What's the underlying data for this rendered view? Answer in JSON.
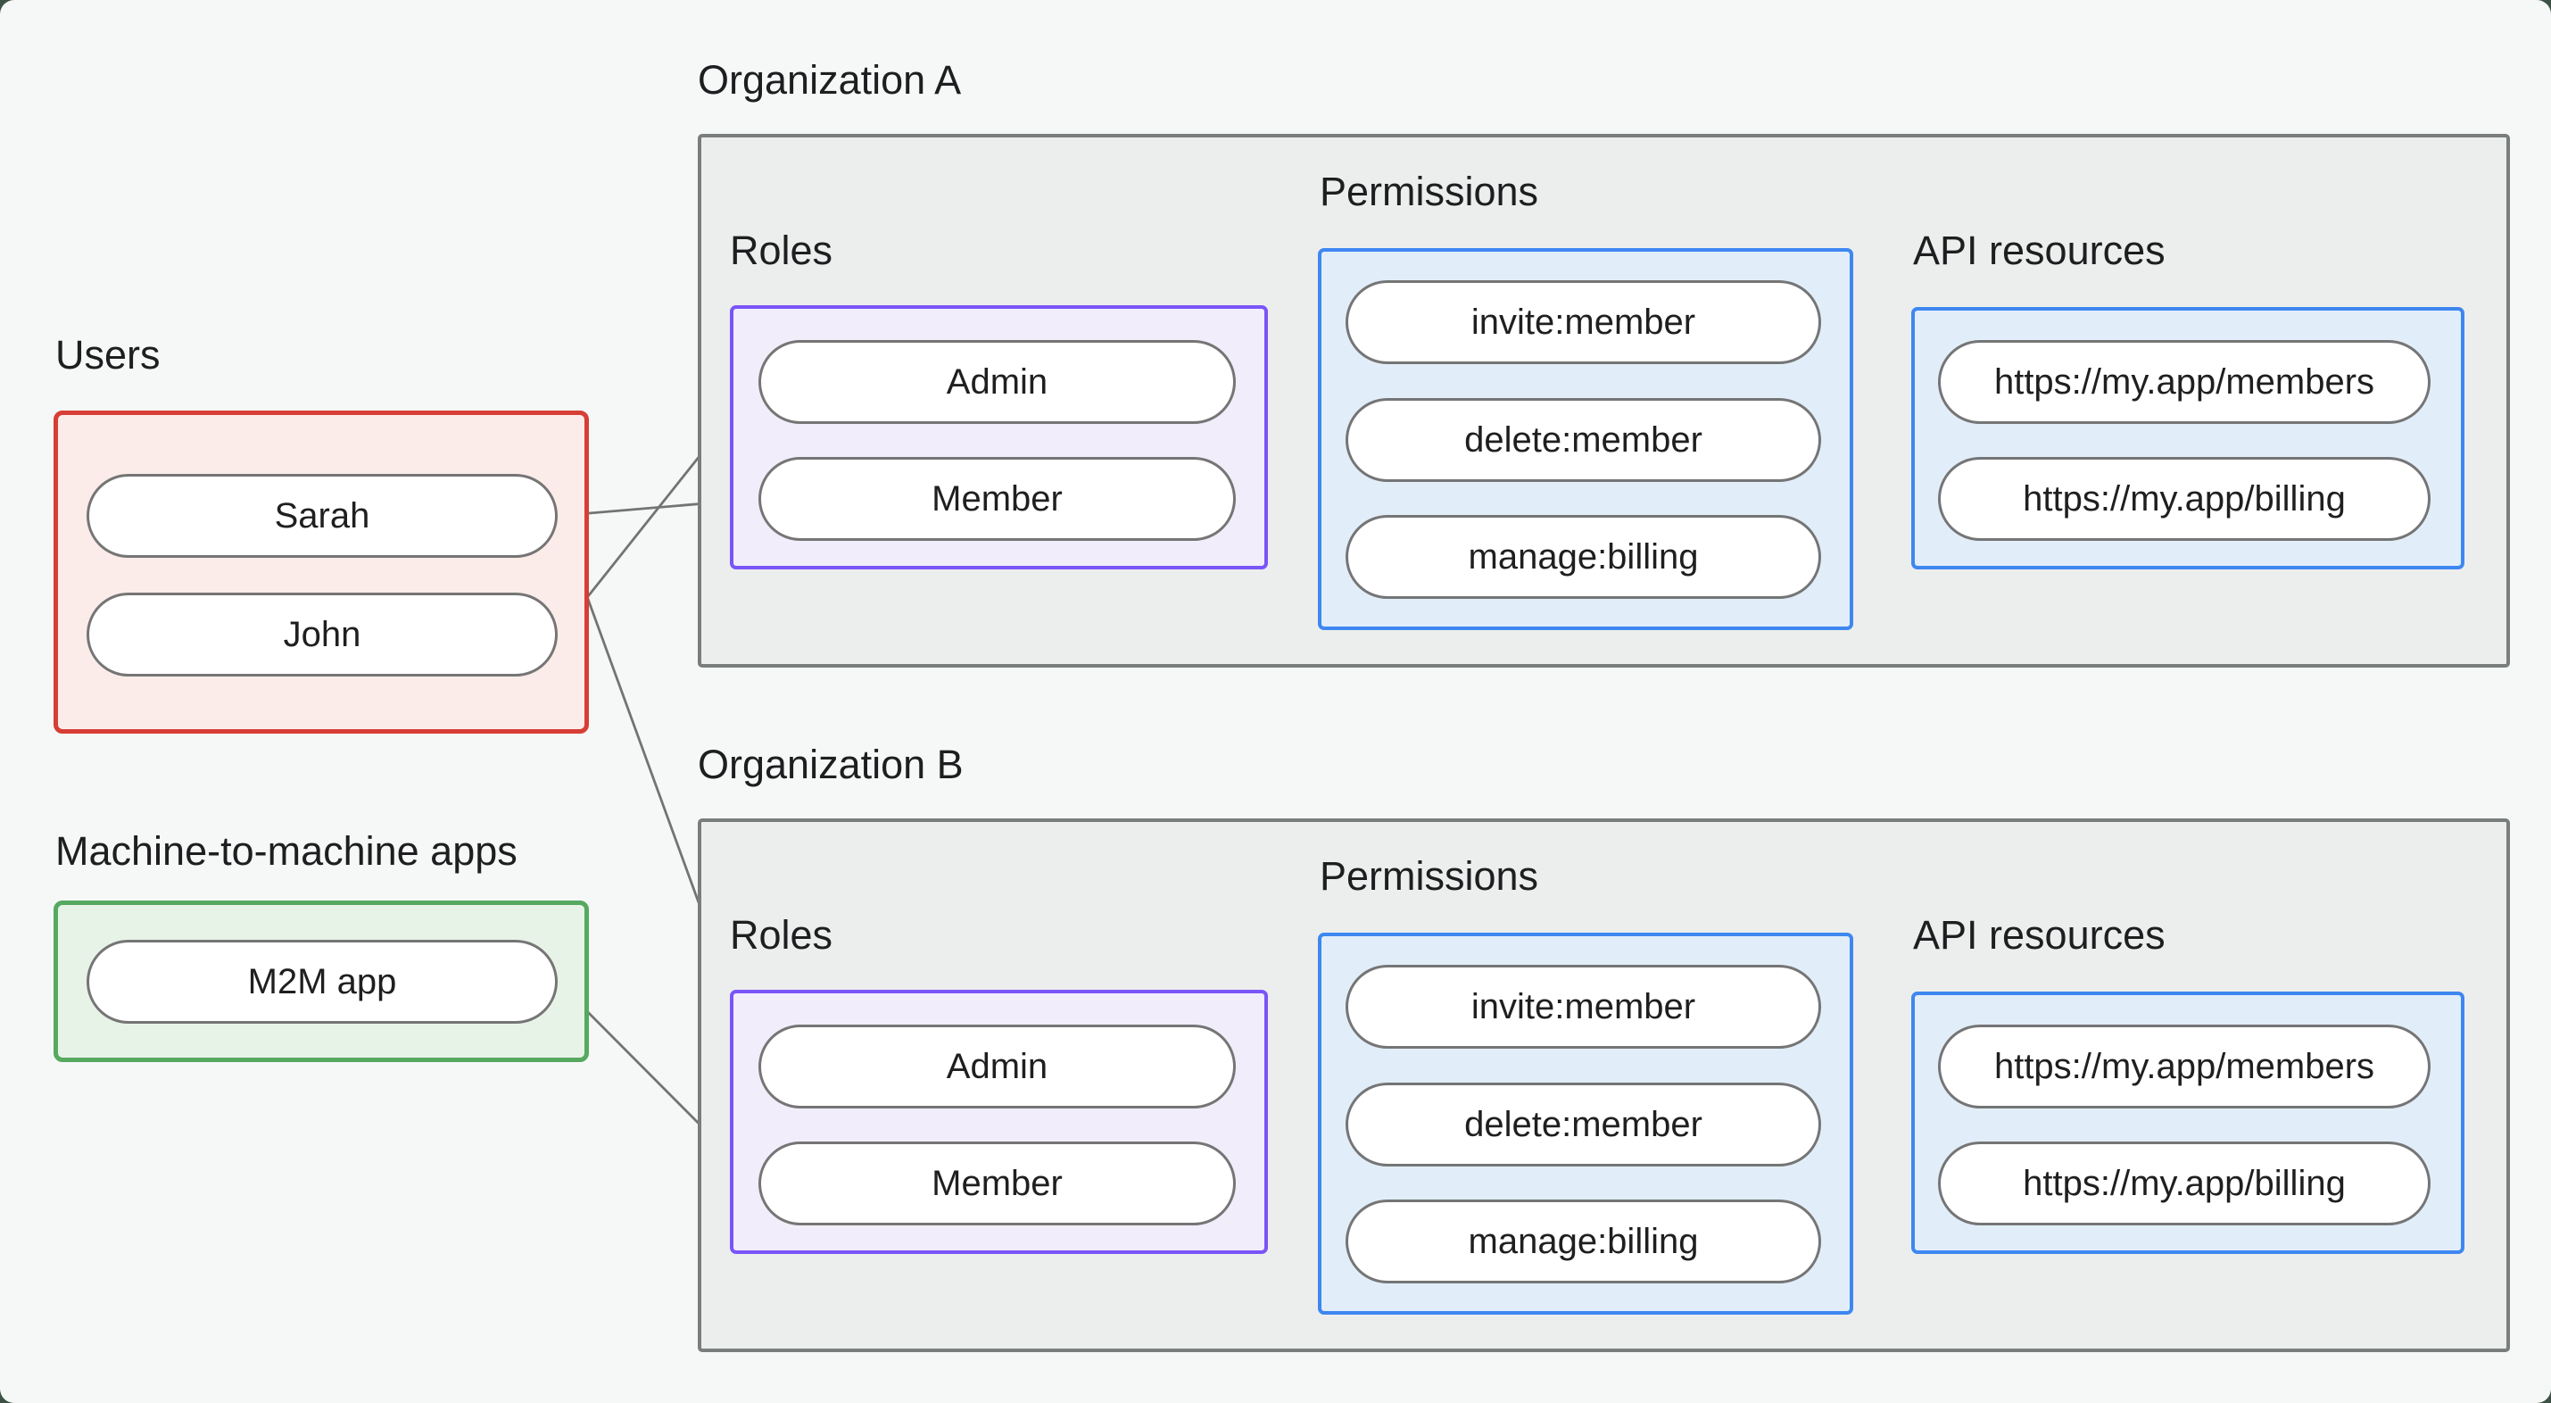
{
  "groups": {
    "users": {
      "label": "Users",
      "nodes": [
        "Sarah",
        "John"
      ]
    },
    "m2m": {
      "label": "Machine-to-machine apps",
      "nodes": [
        "M2M app"
      ]
    }
  },
  "orgs": [
    {
      "label": "Organization A",
      "roles": {
        "label": "Roles",
        "nodes": [
          "Admin",
          "Member"
        ]
      },
      "permissions": {
        "label": "Permissions",
        "nodes": [
          "invite:member",
          "delete:member",
          "manage:billing"
        ]
      },
      "api": {
        "label": "API resources",
        "nodes": [
          "https://my.app/members",
          "https://my.app/billing"
        ]
      }
    },
    {
      "label": "Organization B",
      "roles": {
        "label": "Roles",
        "nodes": [
          "Admin",
          "Member"
        ]
      },
      "permissions": {
        "label": "Permissions",
        "nodes": [
          "invite:member",
          "delete:member",
          "manage:billing"
        ]
      },
      "api": {
        "label": "API resources",
        "nodes": [
          "https://my.app/members",
          "https://my.app/billing"
        ]
      }
    }
  ],
  "connections": [
    {
      "from": "users.Sarah",
      "to": "orgA.roles.Member"
    },
    {
      "from": "users.John",
      "to": "orgA.roles.Admin"
    },
    {
      "from": "users.Sarah",
      "to": "orgB.roles.Admin"
    },
    {
      "from": "m2m.M2M app",
      "to": "orgB.roles.Member"
    },
    {
      "from": "orgA.roles.Admin",
      "to": "orgA.permissions.invite:member"
    },
    {
      "from": "orgA.roles.Admin",
      "to": "orgA.permissions.delete:member"
    },
    {
      "from": "orgA.roles.Member",
      "to": "orgA.permissions.manage:billing"
    },
    {
      "from": "orgA.permissions.invite:member",
      "to": "orgA.api.https://my.app/members"
    },
    {
      "from": "orgA.permissions.delete:member",
      "to": "orgA.api.https://my.app/members"
    },
    {
      "from": "orgA.permissions.manage:billing",
      "to": "orgA.api.https://my.app/billing"
    },
    {
      "from": "orgB.roles.Admin",
      "to": "orgB.permissions.invite:member"
    },
    {
      "from": "orgB.roles.Admin",
      "to": "orgB.permissions.delete:member"
    },
    {
      "from": "orgB.roles.Member",
      "to": "orgB.permissions.manage:billing"
    },
    {
      "from": "orgB.permissions.invite:member",
      "to": "orgB.api.https://my.app/members"
    },
    {
      "from": "orgB.permissions.delete:member",
      "to": "orgB.api.https://my.app/members"
    },
    {
      "from": "orgB.permissions.manage:billing",
      "to": "orgB.api.https://my.app/billing"
    }
  ],
  "colors": {
    "page_background": "#f6f8f7",
    "frame_corner": "#3d5245",
    "users_border": "#d73e36",
    "users_fill": "#fbece9",
    "m2m_border": "#56a95f",
    "m2m_fill": "#e8f3e8",
    "org_border": "#797e7b",
    "org_fill": "#eceeed",
    "roles_border": "#7a55f7",
    "roles_fill": "#f1edfb",
    "blue_border": "#3e87f1",
    "blue_fill": "#e1eefa",
    "node_border": "#757575",
    "node_fill": "#ffffff",
    "connector_line": "#737373",
    "connector_dot": "#6b6b6b",
    "text": "#1e1e20"
  }
}
